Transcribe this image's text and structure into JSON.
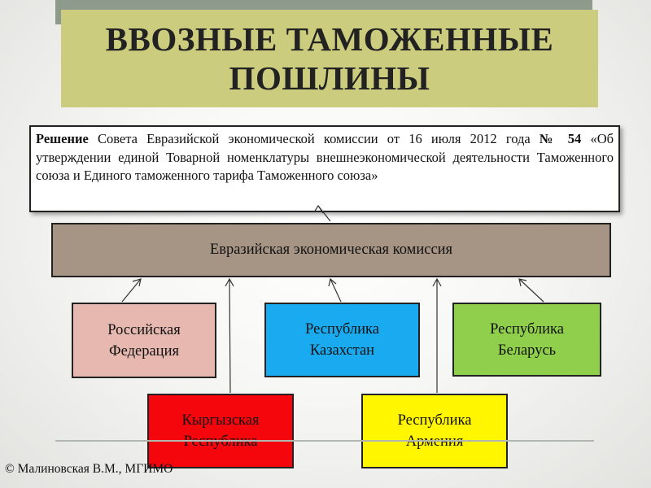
{
  "slide": {
    "title": "ВВОЗНЫЕ ТАМОЖЕННЫЕ ПОШЛИНЫ",
    "decision": {
      "bold_prefix": "Решение",
      "text_part1": " Совета Евразийской экономической комиссии от 16 июля 2012 года ",
      "bold_number": "№ 54",
      "text_part2": " «Об утверждении единой Товарной номенклатуры внешнеэкономической деятельности Таможенного союза и Единого таможенного тарифа Таможенного союза»"
    },
    "commission": "Евразийская экономическая комиссия",
    "members": {
      "russia": {
        "line1": "Российская",
        "line2": "Федерация"
      },
      "kazakhstan": {
        "line1": "Республика",
        "line2": "Казахстан"
      },
      "belarus": {
        "line1": "Республика",
        "line2": "Беларусь"
      },
      "kyrgyzstan": {
        "line1": "Кыргызская",
        "line2": "Республика"
      },
      "armenia": {
        "line1": "Республика",
        "line2": "Армения"
      }
    },
    "copyright": "© Малиновская В.М., МГИМО"
  },
  "colors": {
    "title_bg": "#cccc7e",
    "top_band": "#8e9a8c",
    "commission_bg": "#a69585",
    "russia": "#e6b8b0",
    "kazakhstan": "#1aaaf0",
    "belarus": "#8fcf4c",
    "kyrgyzstan": "#f5060d",
    "armenia": "#fff600"
  }
}
